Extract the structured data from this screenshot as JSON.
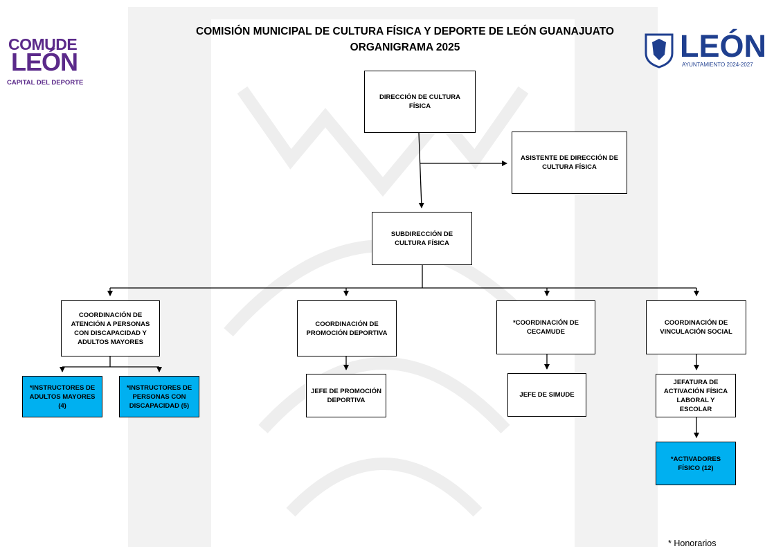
{
  "header": {
    "title_line1": "COMISIÓN MUNICIPAL DE CULTURA FÍSICA Y DEPORTE DE LEÓN GUANAJUATO",
    "title_line2": "ORGANIGRAMA 2025"
  },
  "logos": {
    "left": {
      "line1": "COMUDE",
      "line2": "LEÓN",
      "tagline": "CAPITAL DEL DEPORTE"
    },
    "right": {
      "name": "LEÓN",
      "tagline": "AYUNTAMIENTO 2024-2027"
    }
  },
  "nodes": {
    "direccion": "DIRECCIÓN DE CULTURA FÍSICA",
    "asistente": "ASISTENTE DE DIRECCIÓN DE CULTURA FÍSICA",
    "subdireccion": "SUBDIRECCIÓN DE CULTURA FÍSICA",
    "coord_discapacidad": "COORDINACIÓN DE ATENCIÓN A PERSONAS CON DISCAPACIDAD Y ADULTOS MAYORES",
    "coord_promocion": "COORDINACIÓN DE PROMOCIÓN DEPORTIVA",
    "coord_cecamude": "*COORDINACIÓN DE CECAMUDE",
    "coord_vinculacion": "COORDINACIÓN DE VINCULACIÓN SOCIAL",
    "instructores_adultos": "*INSTRUCTORES DE ADULTOS MAYORES (4)",
    "instructores_discapacidad": "*INSTRUCTORES DE PERSONAS CON DISCAPACIDAD (5)",
    "jefe_promocion": "JEFE DE PROMOCIÓN DEPORTIVA",
    "jefe_simude": "JEFE DE SIMUDE",
    "jefatura_activacion": "JEFATURA DE ACTIVACIÓN FÍSICA LABORAL Y ESCOLAR",
    "activadores": "*ACTIVADORES FÍSICO (12)"
  },
  "footnote": "* Honorarios",
  "colors": {
    "honorarios_box": "#00b0f0",
    "comude_purple": "#5b2a8a",
    "leon_blue": "#1f3f8f",
    "watermark": "#f2f2f2"
  }
}
